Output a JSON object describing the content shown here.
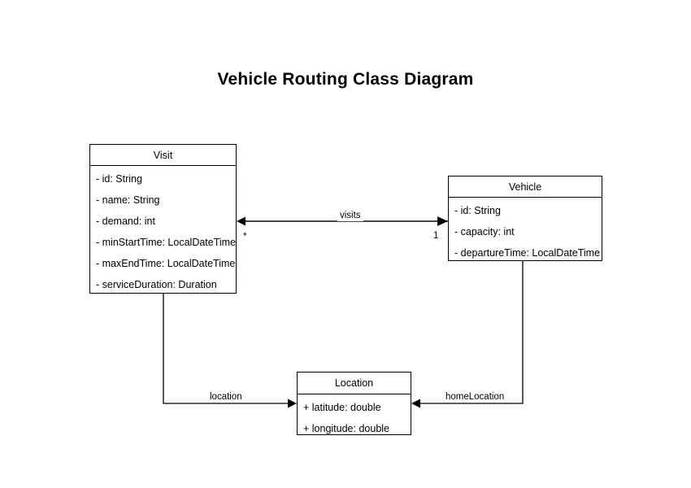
{
  "diagram": {
    "title": "Vehicle Routing Class Diagram",
    "type": "uml-class-diagram",
    "background_color": "#ffffff",
    "line_color": "#000000",
    "text_color": "#000000"
  },
  "classes": [
    {
      "name": "Visit",
      "attributes": [
        "- id: String",
        "- name: String",
        "- demand: int",
        "- minStartTime: LocalDateTime",
        "- maxEndTime: LocalDateTime",
        "- serviceDuration: Duration"
      ]
    },
    {
      "name": "Vehicle",
      "attributes": [
        "- id: String",
        "- capacity: int",
        "- departureTime: LocalDateTime"
      ]
    },
    {
      "name": "Location",
      "attributes": [
        "+ latitude: double",
        "+ longitude: double"
      ]
    }
  ],
  "relationships": [
    {
      "label": "visits",
      "from": "Vehicle",
      "to": "Visit",
      "source_multiplicity": "1",
      "target_multiplicity": "*"
    },
    {
      "label": "location",
      "from": "Visit",
      "to": "Location",
      "source_multiplicity": "",
      "target_multiplicity": ""
    },
    {
      "label": "homeLocation",
      "from": "Vehicle",
      "to": "Location",
      "source_multiplicity": "",
      "target_multiplicity": ""
    }
  ]
}
